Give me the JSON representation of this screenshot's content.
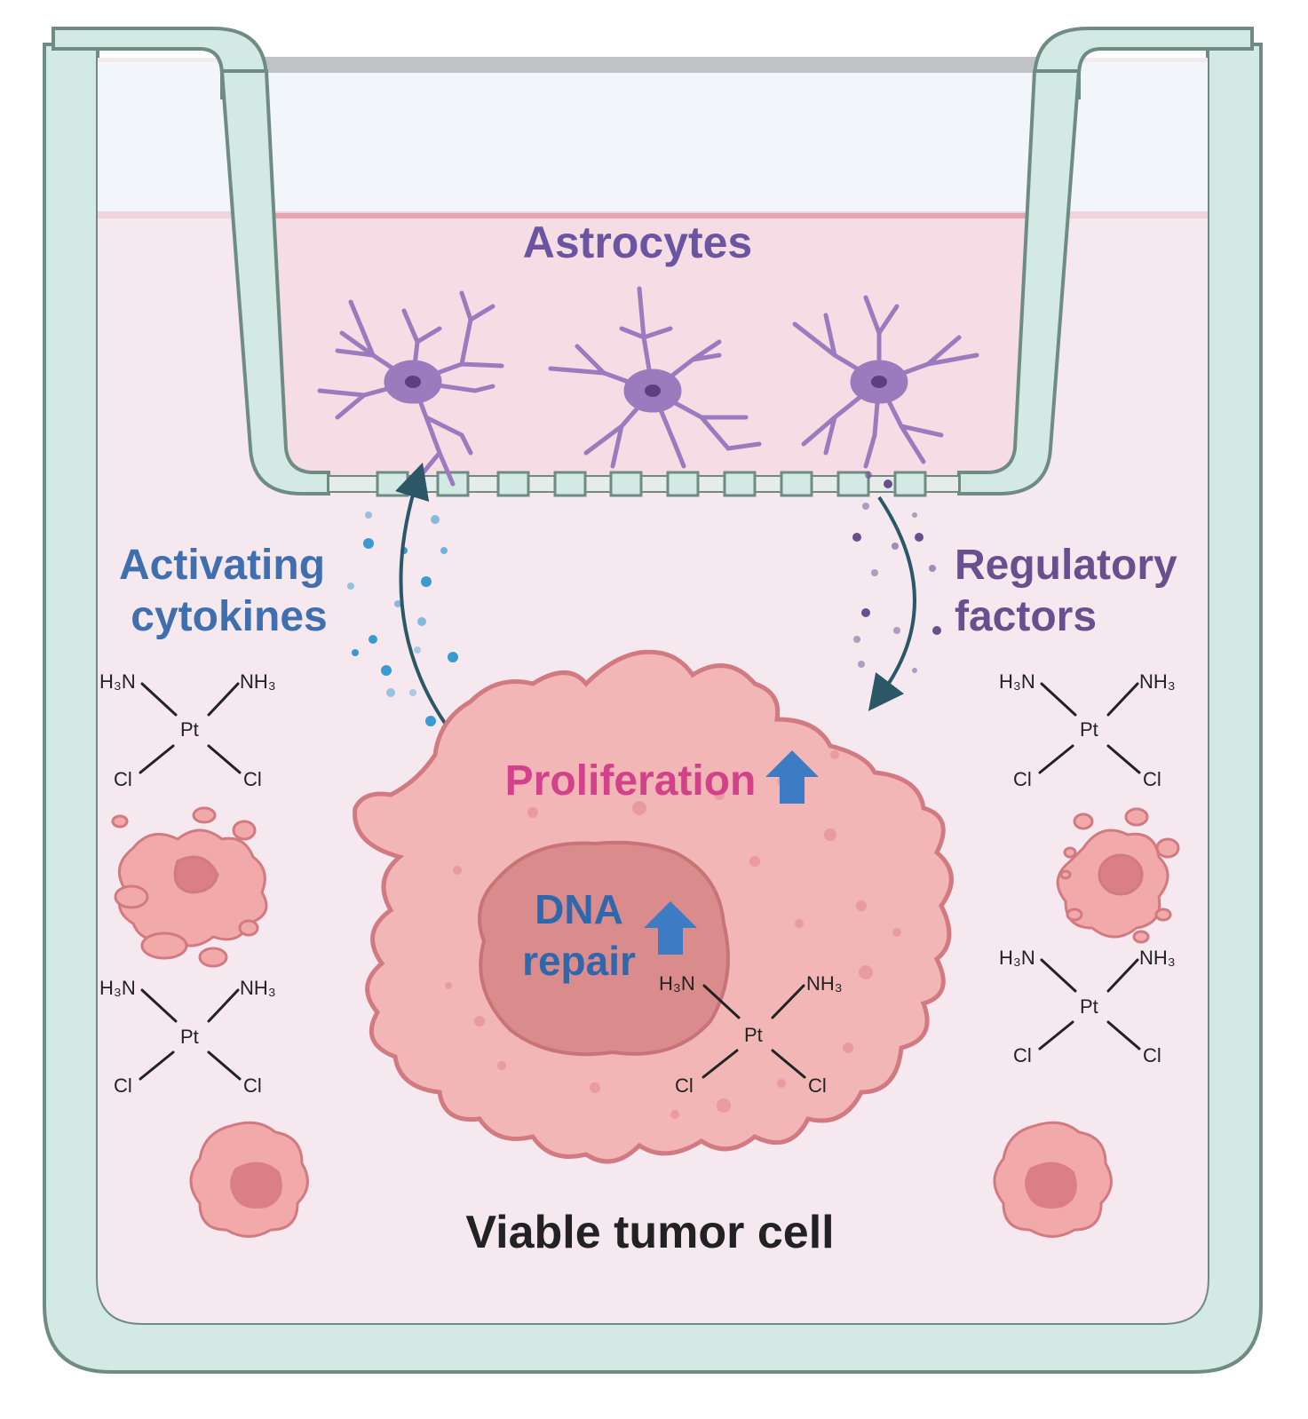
{
  "labels": {
    "astrocytes": "Astrocytes",
    "activating_line1": "Activating",
    "activating_line2": "cytokines",
    "regulatory_line1": "Regulatory",
    "regulatory_line2": "factors",
    "proliferation": "Proliferation",
    "dna_line1": "DNA",
    "dna_line2": "repair",
    "viable": "Viable tumor cell"
  },
  "cisplatin": {
    "h3n": "H₃N",
    "nh3": "NH₃",
    "pt": "Pt",
    "cl": "Cl"
  },
  "colors": {
    "well_wall": "#d2e9e4",
    "well_outline": "#6f8c84",
    "medium": "#f5e6ee",
    "insert_medium": "#f5dde6",
    "astrocyte": "#9b7bbd",
    "tumor_cell": "#f2b6b6",
    "tumor_nucleus": "#da8b8b",
    "activating_text": "#3f6fae",
    "regulatory_text": "#6a4f8f",
    "proliferation_text": "#d2418a",
    "dna_text": "#2f67ad",
    "up_arrow": "#3d7cc4",
    "curve_arrow": "#2b5766"
  }
}
